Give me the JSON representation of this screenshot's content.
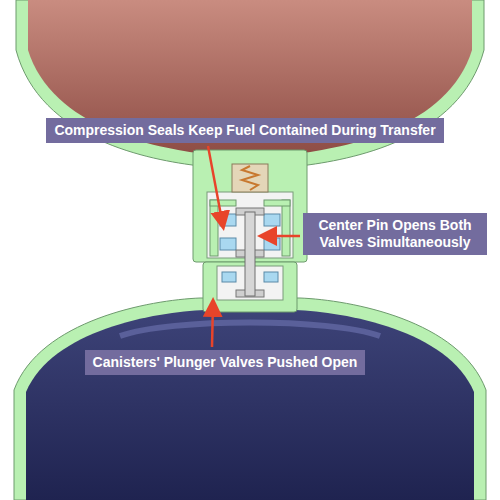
{
  "diagram": {
    "nodes": [
      {
        "text": [
          "Compression Seals Keep Fuel Contained During Transfer"
        ]
      },
      {
        "text": [
          "Center Pin Opens Both Valves Simultaneously"
        ]
      },
      {
        "text": [
          "Canisters' Plunger Valves Pushed Open"
        ]
      }
    ]
  }
}
